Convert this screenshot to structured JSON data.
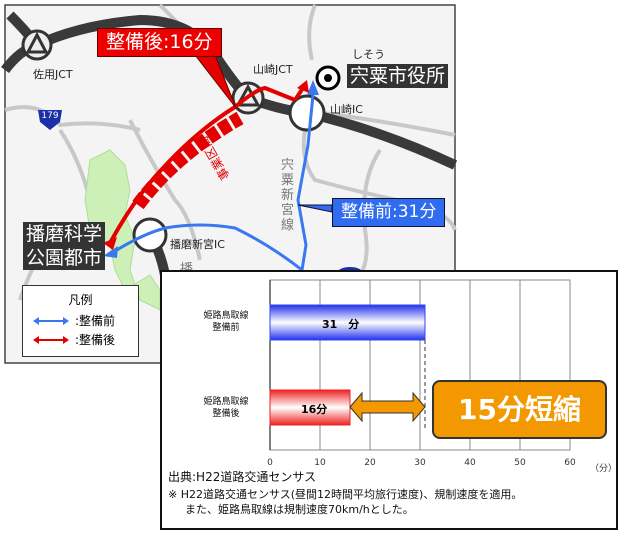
{
  "map": {
    "jct_sayo": "佐用JCT",
    "jct_yamasaki": "山崎JCT",
    "ic_yamasaki": "山崎IC",
    "ic_harima_shingu": "播磨新宮IC",
    "route_shield": "179",
    "city_hall_reading": "しそう",
    "city_hall": "宍粟市役所",
    "destination_line1": "播磨科学",
    "destination_line2": "公園都市",
    "road_vertical_label": "宍粟新宮線",
    "section_label": "事業区間",
    "partial_road_label": "播",
    "after_callout": "整備後:16分",
    "before_callout": "整備前:31分",
    "legend": {
      "title": "凡例",
      "items": [
        {
          "label": ":整備前",
          "color": "#3a78f2"
        },
        {
          "label": ":整備後",
          "color": "#e50000"
        }
      ]
    },
    "colors": {
      "expressway": "#3a3a3a",
      "after_route": "#e50000",
      "before_route": "#3a78f2",
      "park": "#ccf0b8"
    }
  },
  "chart_data": {
    "type": "bar",
    "orientation": "horizontal",
    "categories": [
      {
        "line1": "姫路鳥取線",
        "line2": "整備前"
      },
      {
        "line1": "姫路鳥取線",
        "line2": "整備後"
      }
    ],
    "values": [
      31,
      16
    ],
    "data_labels": [
      "31　分",
      "16分"
    ],
    "bar_colors": [
      "#3344ee",
      "#ee2222"
    ],
    "xlim": [
      0,
      60
    ],
    "xticks": [
      "0",
      "10",
      "20",
      "30",
      "40",
      "50",
      "60"
    ],
    "xunit": "（分）",
    "grid": true,
    "annotation": "15分短縮",
    "annotation_color": "#f39800",
    "source": "出典:H22道路交通センサス",
    "note_line1": "※ H22道路交通センサス(昼間12時間平均旅行速度)、規制速度を適用。",
    "note_line2": "また、姫路鳥取線は規制速度70km/hとした。"
  }
}
